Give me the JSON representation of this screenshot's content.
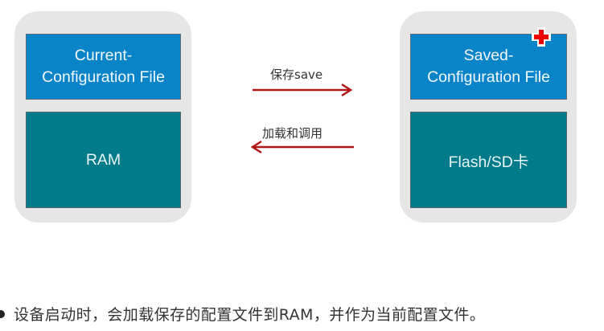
{
  "diagram": {
    "left_panel": {
      "top_box_lines": [
        "Current-",
        "Configuration File"
      ],
      "bottom_box_label": "RAM"
    },
    "right_panel": {
      "top_box_lines": [
        "Saved-",
        "Configuration File"
      ],
      "bottom_box_label": "Flash/SD卡",
      "badge_icon": "red-cross-icon"
    },
    "arrows": [
      {
        "label": "保存save",
        "direction": "right",
        "from": "RAM",
        "to": "Flash/SD卡"
      },
      {
        "label": "加载和调用",
        "direction": "left",
        "from": "Flash/SD卡",
        "to": "RAM"
      }
    ],
    "colors": {
      "panel_bg": "#e6e6e6",
      "config_box": "#0a84c8",
      "storage_box": "#017b8a",
      "arrow": "#b01818",
      "cross": "#ee0000"
    }
  },
  "note": {
    "bullet_icon": "bullet-dot-icon",
    "text": "设备启动时，会加载保存的配置文件到RAM，并作为当前配置文件。"
  }
}
